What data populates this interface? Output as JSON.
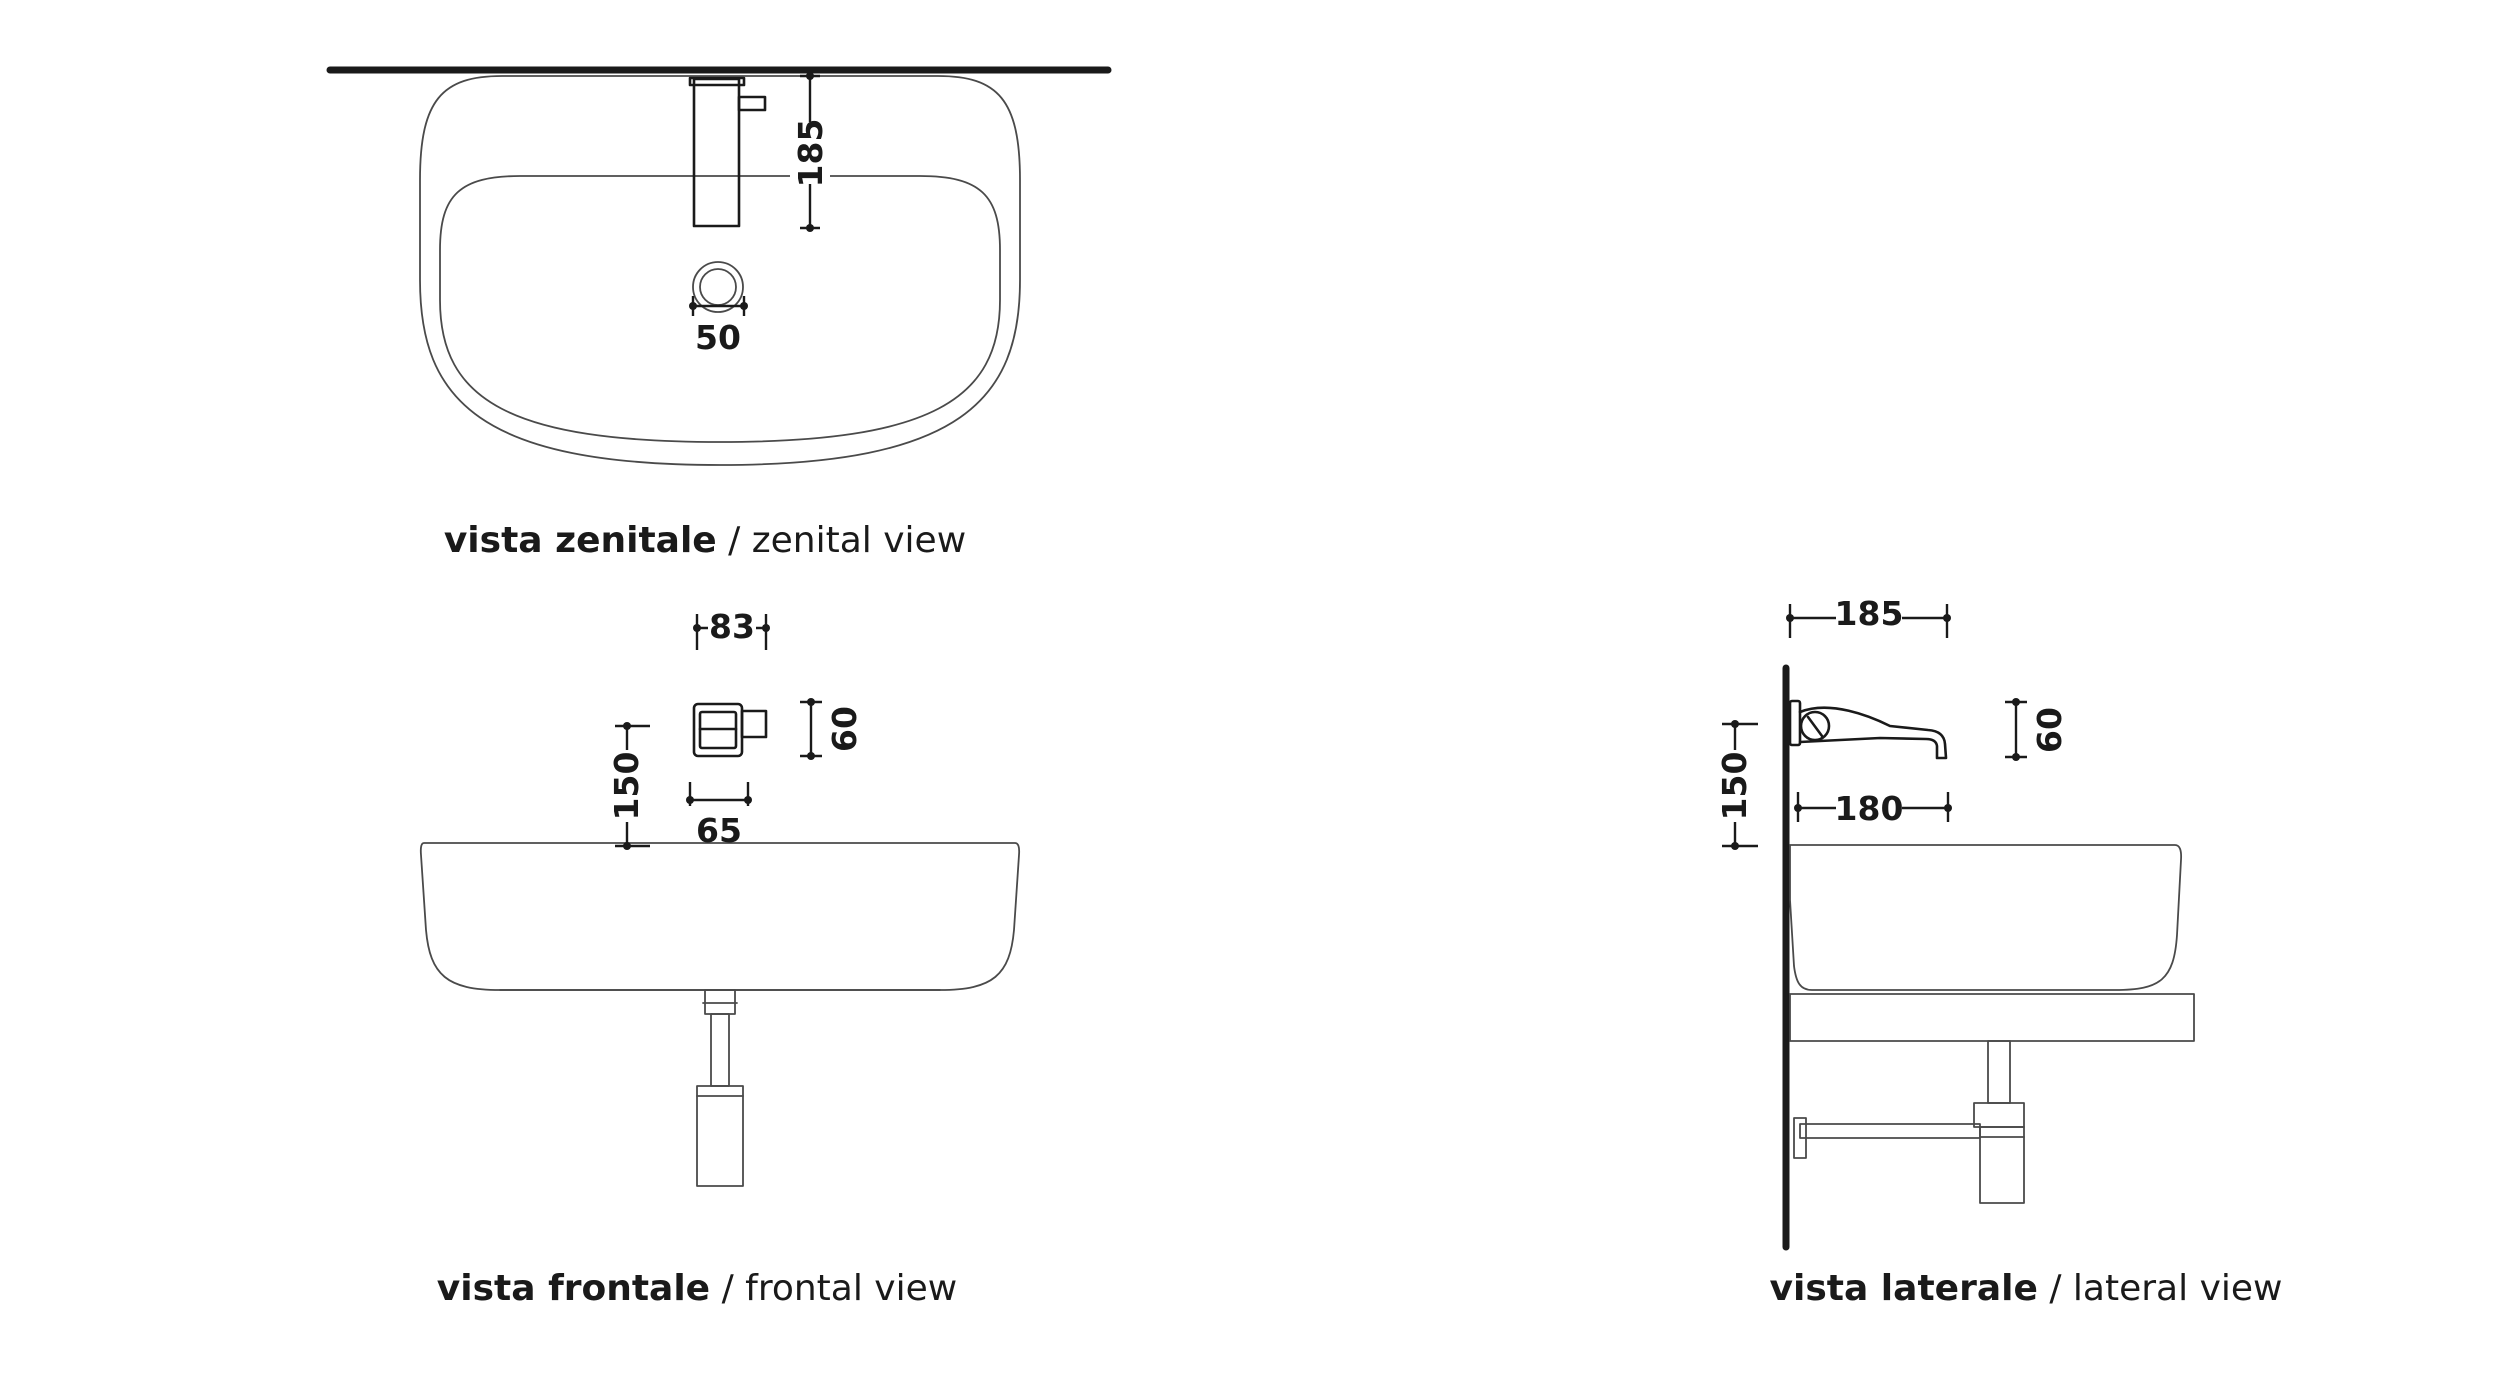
{
  "views": {
    "zenital": {
      "italian": "vista zenitale",
      "separator": "/",
      "english": "zenital view"
    },
    "frontal": {
      "italian": "vista frontale",
      "separator": "/",
      "english": "frontal view"
    },
    "lateral": {
      "italian": "vista laterale",
      "separator": "/",
      "english": "lateral view"
    }
  },
  "dimensions": {
    "zenital_spout_length": "185",
    "zenital_drain_diameter": "50",
    "frontal_plate_width": "83",
    "frontal_plate_height": "60",
    "frontal_outlet_width": "65",
    "frontal_spout_height": "150",
    "lateral_wall_to_tip": "185",
    "lateral_spout_length": "180",
    "lateral_spout_height": "150",
    "lateral_plate_height": "60"
  }
}
